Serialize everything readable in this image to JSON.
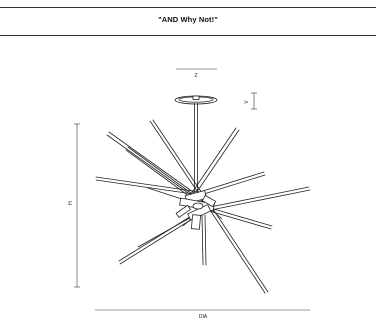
{
  "header": {
    "title": "\"AND Why Not!\""
  },
  "dimensions": {
    "z_label": "Z",
    "v_label": "V",
    "h_label": "H",
    "dia_label": "DIA"
  }
}
